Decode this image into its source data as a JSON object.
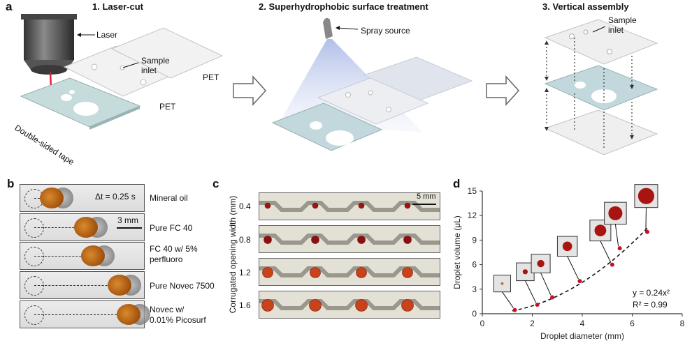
{
  "panel_a": {
    "letter": "a",
    "steps": [
      "1. Laser-cut",
      "2. Superhydrophobic surface treatment",
      "3. Vertical assembly"
    ],
    "labels": {
      "laser": "Laser",
      "sample_inlet_1": "Sample\ninlet",
      "pet_1": "PET",
      "pet_2": "PET",
      "tape": "Double-sided tape",
      "spray": "Spray source",
      "sample_inlet_2": "Sample\ninlet"
    }
  },
  "panel_b": {
    "letter": "b",
    "time_label": "Δt = 0.25 s",
    "scale_bar": "3 mm",
    "conditions": [
      "Mineral oil",
      "Pure FC 40",
      "FC 40 w/ 5%\nperfluoro",
      "Pure Novec 7500",
      "Novec w/\n0.01% Picosurf"
    ],
    "travel_fraction": [
      0.08,
      0.35,
      0.41,
      0.62,
      0.69
    ]
  },
  "panel_c": {
    "letter": "c",
    "ylabel": "Corrugated opening width (mm)",
    "scale_bar": "5 mm",
    "rows": [
      "0.4",
      "0.8",
      "1.2",
      "1.6"
    ]
  },
  "panel_d": {
    "letter": "d",
    "equation": "y = 0.24x²",
    "r2": "R² = 0.99"
  },
  "chart_data": {
    "type": "scatter",
    "title": "",
    "xlabel": "Droplet diameter (mm)",
    "ylabel": "Droplet volume (μL)",
    "xlim": [
      0,
      8
    ],
    "ylim": [
      0,
      15
    ],
    "xticks": [
      "0",
      "2",
      "4",
      "6",
      "8"
    ],
    "yticks": [
      "0",
      "3",
      "6",
      "9",
      "12",
      "15"
    ],
    "grid": false,
    "series": [
      {
        "x": [
          1.3,
          2.2,
          2.8,
          3.9,
          5.2,
          5.5,
          6.6
        ],
        "y": [
          0.45,
          1.1,
          2.0,
          4.0,
          6.0,
          8.0,
          10.0
        ]
      }
    ],
    "fit": {
      "a": 0.24,
      "x_from": 1.2,
      "x_to": 6.6
    },
    "colors": {
      "points": "#c8102e",
      "fit": "#111111"
    }
  }
}
